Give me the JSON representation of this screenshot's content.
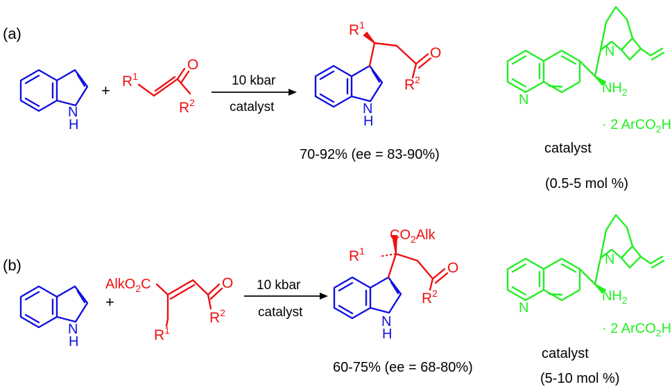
{
  "colors": {
    "reactant_indole": "#1010e0",
    "reactant_enone": "#ee1010",
    "catalyst": "#22ee22",
    "text": "#000000"
  },
  "panel_a": {
    "label": "(a)",
    "plus": "+",
    "conditions_top": "10 kbar",
    "conditions_bottom": "catalyst",
    "indole_nh": "N",
    "indole_h": "H",
    "enone_r1": "R",
    "enone_r1_sup": "1",
    "enone_o": "O",
    "enone_r2": "R",
    "enone_r2_sup": "2",
    "yield": "70-92% (ee = 83-90%)",
    "catalyst_name": "catalyst",
    "catalyst_loading": "(0.5-5 mol %)",
    "catalyst_amine": "NH",
    "catalyst_amine_sub": "2",
    "catalyst_salt": "· 2 ArCO",
    "catalyst_salt_sub": "2",
    "catalyst_salt_end": "H",
    "catalyst_n_quin": "N",
    "catalyst_n_bicyc": "N"
  },
  "panel_b": {
    "label": "(b)",
    "plus": "+",
    "conditions_top": "10 kbar",
    "conditions_bottom": "catalyst",
    "ester_left": "AlkO",
    "ester_sub": "2",
    "ester_right": "C",
    "enone_o": "O",
    "enone_r1": "R",
    "enone_r1_sup": "1",
    "enone_r2": "R",
    "enone_r2_sup": "2",
    "product_co2alk_left": "CO",
    "product_co2alk_sub": "2",
    "product_co2alk_right": "Alk",
    "yield": "60-75% (ee = 68-80%)",
    "catalyst_name": "catalyst",
    "catalyst_loading": "(5-10 mol %)"
  }
}
